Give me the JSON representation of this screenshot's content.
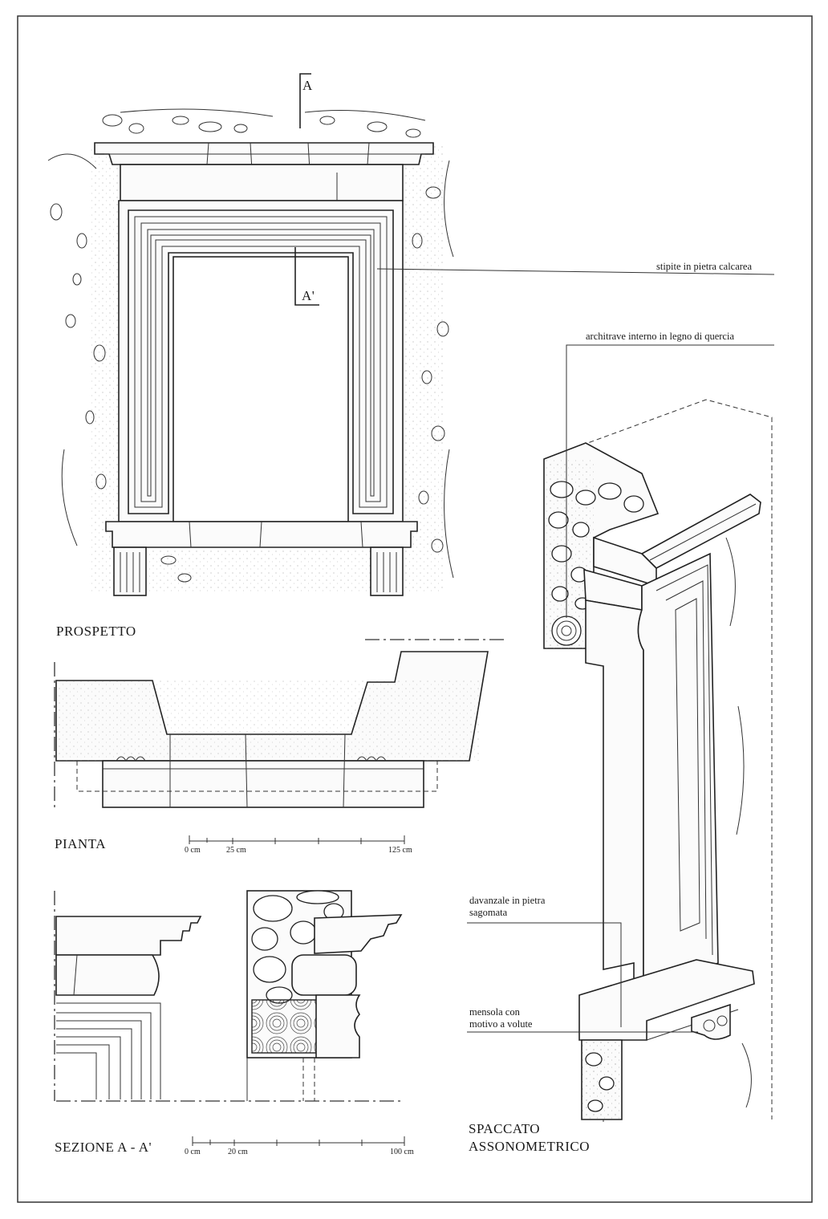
{
  "labels": {
    "prospetto": "PROSPETTO",
    "pianta": "PIANTA",
    "sezione": "SEZIONE  A - A'",
    "spaccato_line1": "SPACCATO",
    "spaccato_line2": "ASSONOMETRICO",
    "section_mark_a": "A",
    "section_mark_a_prime": "A'"
  },
  "annotations": {
    "stipite": "stipite in pietra calcarea",
    "architrave": "architrave interno in legno di quercia",
    "davanzale_line1": "davanzale in pietra",
    "davanzale_line2": "sagomata",
    "mensola_line1": "mensola con",
    "mensola_line2": "motivo a volute"
  },
  "scales": {
    "pianta": {
      "start": "0 cm",
      "mid": "25 cm",
      "end": "125 cm"
    },
    "sezione": {
      "start": "0 cm",
      "mid": "20 cm",
      "end": "100 cm"
    }
  }
}
